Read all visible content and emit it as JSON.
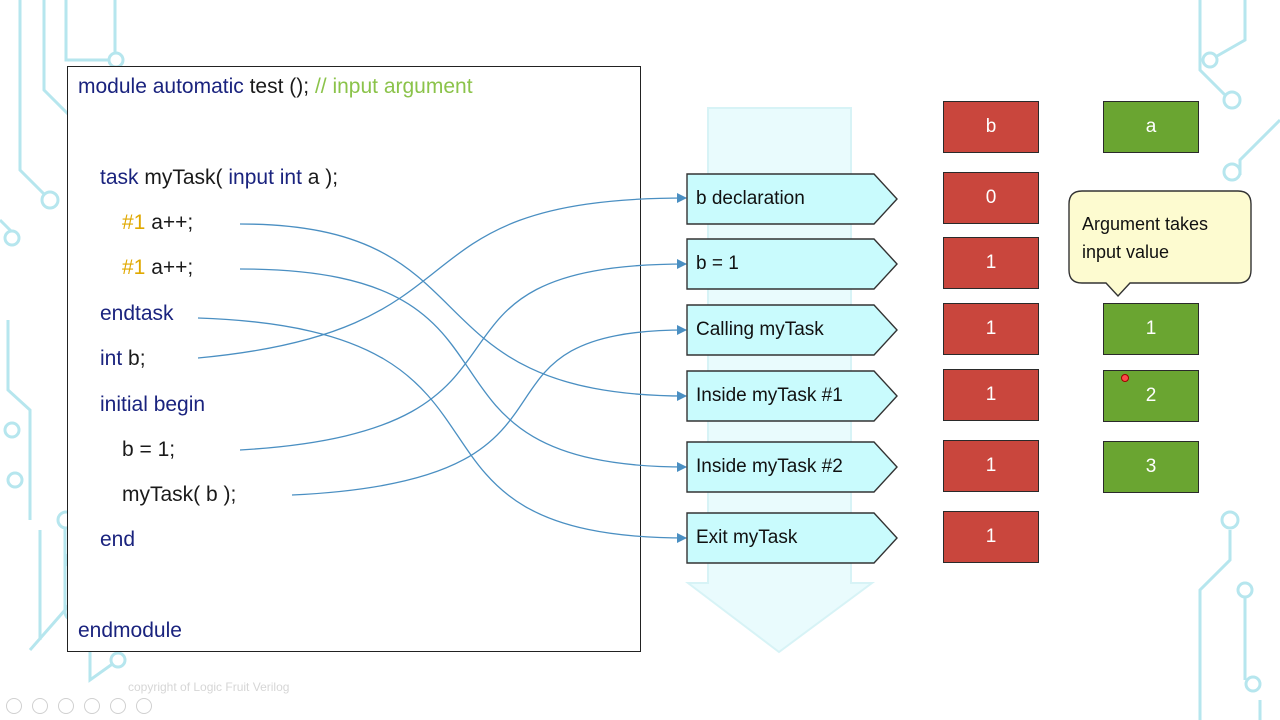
{
  "code": {
    "module_line": {
      "keyword": "module automatic",
      "rest": " test (); ",
      "comment": "// input argument"
    },
    "task_line": {
      "kw1": "task",
      "name": " myTask( ",
      "kw2": "input int",
      "rest": " a );"
    },
    "delay1": {
      "delay": "#1",
      "stmt": " a++;"
    },
    "delay2": {
      "delay": "#1",
      "stmt": " a++;"
    },
    "endtask": "endtask",
    "int_line": {
      "kw": "int",
      "rest": " b;"
    },
    "initial": "initial begin",
    "assign": "b = 1;",
    "call": "myTask( b );",
    "end": "end",
    "endmodule": "endmodule"
  },
  "steps": [
    "b declaration",
    "b = 1",
    "Calling myTask",
    "Inside myTask #1",
    "Inside myTask #2",
    "Exit myTask"
  ],
  "b_column": {
    "header": "b",
    "values": [
      "0",
      "1",
      "1",
      "1",
      "1",
      "1"
    ]
  },
  "a_column": {
    "header": "a",
    "values": [
      "1",
      "2",
      "3"
    ]
  },
  "callout": "Argument takes input value",
  "footer": "copyright of Logic Fruit Verilog",
  "colors": {
    "b_cell": "#c9463d",
    "a_cell": "#6aa531",
    "step_fill": "#c9fbfd",
    "connector": "#4a8fc2",
    "flow_arrow": "#e9fbfd",
    "deco_circuit": "#b6e6ee"
  }
}
